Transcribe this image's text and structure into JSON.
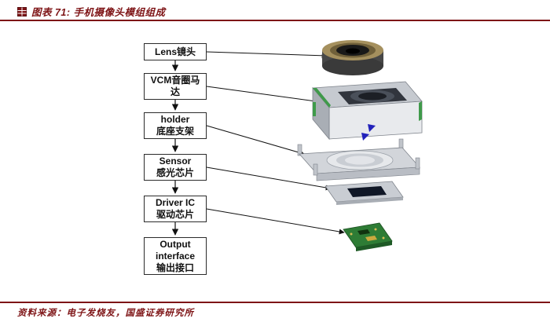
{
  "header": {
    "title": "图表 71: 手机摄像头模组组成"
  },
  "flowchart": {
    "boxes": [
      {
        "id": "lens",
        "label": "Lens镜头"
      },
      {
        "id": "vcm",
        "label": "VCM音圈马\n达"
      },
      {
        "id": "holder",
        "label": "holder\n底座支架"
      },
      {
        "id": "sensor",
        "label": "Sensor\n感光芯片"
      },
      {
        "id": "driver-ic",
        "label": "Driver IC\n驱动芯片"
      },
      {
        "id": "output-interface",
        "label": "Output\ninterface\n输出接口"
      }
    ]
  },
  "exploded_view": {
    "components": [
      "lens-barrel",
      "vcm-housing",
      "holder-frame",
      "sensor-plate",
      "driver-pcb"
    ]
  },
  "footer": {
    "source": "资料来源：电子发烧友，国盛证券研究所"
  },
  "colors": {
    "accent": "#7E1416",
    "lens_ring": "#A5905E",
    "pcb_green": "#2E7C35",
    "marker_blue": "#2222BB"
  }
}
